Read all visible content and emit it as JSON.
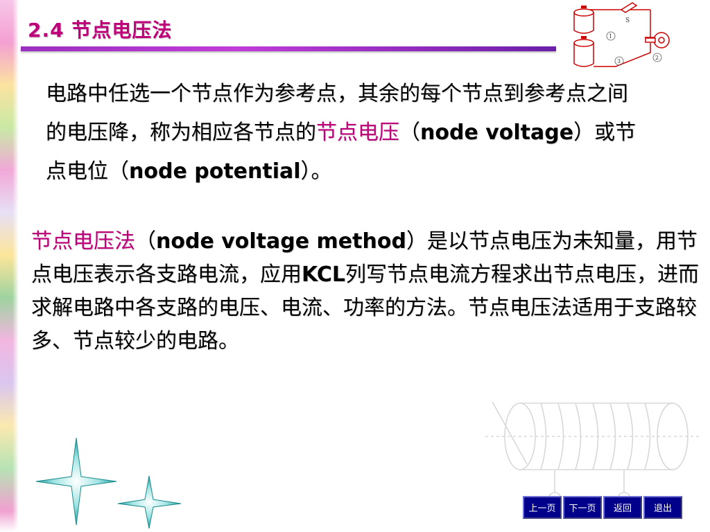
{
  "slide": {
    "title": "2.4  节点电压法",
    "para1": {
      "t1": "电路中任选一个节点作为参考点，其余的每个节点到参考点之间的电压降，称为相应各节点的",
      "em1": "节点电压",
      "t2": "（",
      "b1": "node voltage",
      "t3": "）或节点电位（",
      "b2": "node potential",
      "t4": "）。"
    },
    "para2": {
      "em1": "节点电压法",
      "t1": "（",
      "b1": "node voltage method",
      "t2": "）是以节点电压为未知量，用节点电压表示各支路电流，应用",
      "b2": "KCL",
      "t3": "列写节点电流方程求出节点电压，进而求解电路中各支路的电压、电流、功率的方法。节点电压法适用于支路较多、节点较少的电路。"
    }
  },
  "circuit_labels": {
    "switch": "S",
    "n1": "1",
    "n2": "2",
    "n3": "3"
  },
  "nav": {
    "prev": "上一页",
    "next": "下一页",
    "back": "返回",
    "exit": "退出"
  },
  "colors": {
    "accent": "#c0007a",
    "title_rule": "#9a2fbf",
    "nav_bg": "#00008b",
    "star": "#2fb3b3"
  }
}
